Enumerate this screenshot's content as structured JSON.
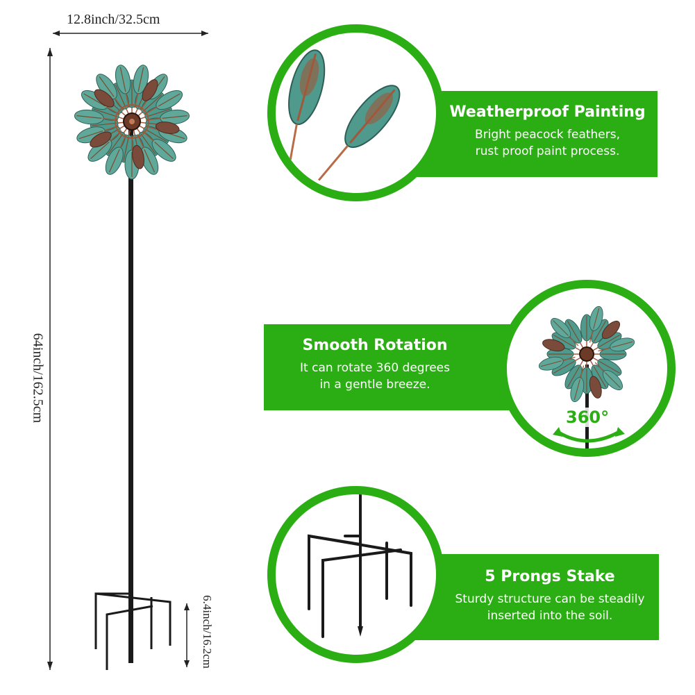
{
  "dimensions": {
    "width_label": "12.8inch/32.5cm",
    "height_label": "64inch/162.5cm",
    "stake_label": "6.4inch/16.2cm"
  },
  "features": [
    {
      "title": "Weatherproof Painting",
      "line1": "Bright peacock feathers,",
      "line2": "rust proof paint process."
    },
    {
      "title": "Smooth Rotation",
      "line1": "It can rotate 360 degrees",
      "line2": "in a gentle breeze.",
      "badge": "360°"
    },
    {
      "title": "5 Prongs Stake",
      "line1": "Sturdy structure can be steadily",
      "line2": "inserted into the soil."
    }
  ],
  "colors": {
    "accent_green": "#2bae13",
    "teal_patina": "#4f9a8d",
    "copper": "#a0583a",
    "pole": "#1a1a1a"
  }
}
